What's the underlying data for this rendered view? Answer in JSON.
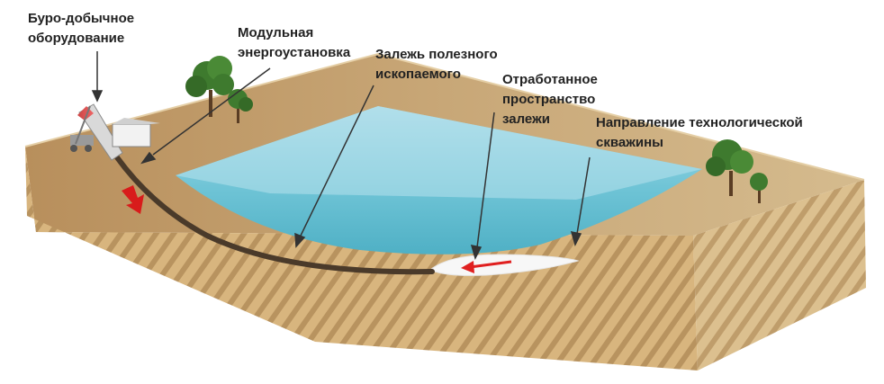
{
  "labels": {
    "drilling_equipment": [
      "Буро-добычное",
      "оборудование"
    ],
    "power_unit": [
      "Модульная",
      "энергоустановка"
    ],
    "deposit": [
      "Залежь полезного",
      "ископаемого"
    ],
    "mined_space": [
      "Отработанное",
      "пространство",
      "залежи"
    ],
    "well_direction": [
      "Направление технологической",
      "скважины"
    ]
  },
  "colors": {
    "ground_top": "#c9a67a",
    "ground_side": "#d6b27a",
    "stripes": "#a9875a",
    "deposit_water": "#8fd0e0",
    "well_pipe": "#4a3a2a",
    "arrow_red": "#e02020",
    "cavity": "#f4f4f4",
    "text": "#222222",
    "tree": "#3e7a2e"
  }
}
